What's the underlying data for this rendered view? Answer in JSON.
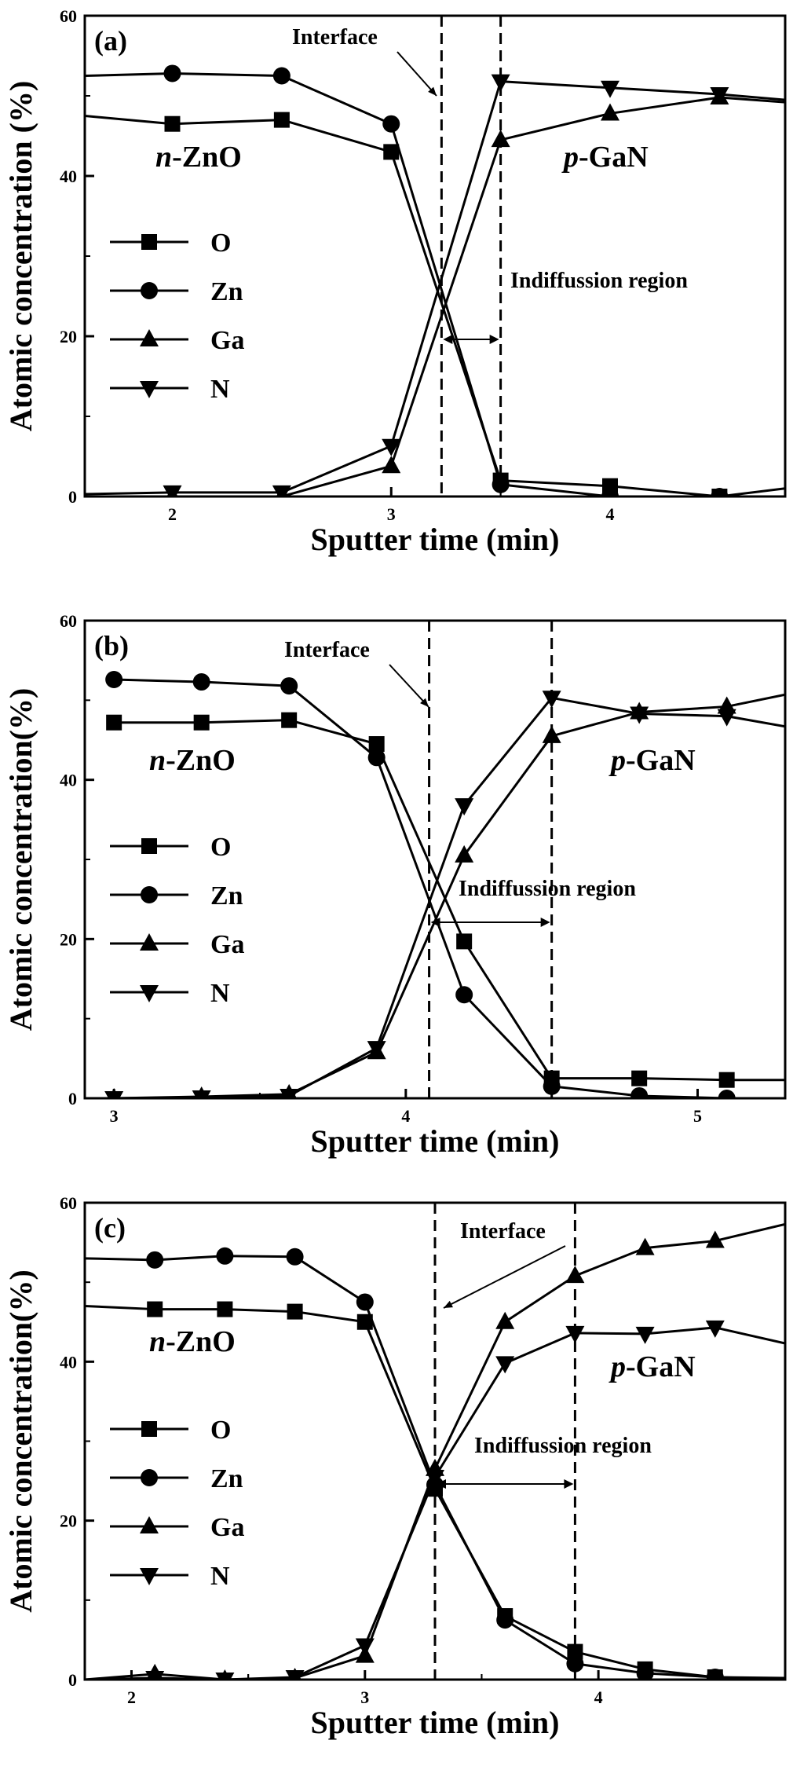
{
  "chart_data": [
    {
      "type": "line",
      "panel_label": "(a)",
      "xlabel": "Sputter time (min)",
      "ylabel": "Atomic concentration (%)",
      "xlim": [
        1.6,
        4.8
      ],
      "ylim": [
        0,
        60
      ],
      "xticks": [
        "2",
        "3",
        "4"
      ],
      "yticks": [
        "0",
        "20",
        "40",
        "60"
      ],
      "interface_x": 3.23,
      "indiffusion_x": [
        3.23,
        3.5
      ],
      "annotations": {
        "interface": "Interface",
        "indiffusion": "Indiffussion region"
      },
      "regions": [
        {
          "prefix": "n",
          "rest": "-ZnO",
          "side": "left"
        },
        {
          "prefix": "p",
          "rest": "-GaN",
          "side": "right"
        }
      ],
      "legend_position": "left",
      "series": [
        {
          "name": "O",
          "marker": "square",
          "x": [
            1.6,
            2.0,
            2.5,
            3.0,
            3.5,
            4.0,
            4.5,
            4.8
          ],
          "y": [
            47.5,
            46.5,
            47,
            43,
            2,
            1.3,
            0,
            0
          ]
        },
        {
          "name": "Zn",
          "marker": "circle",
          "x": [
            1.6,
            2.0,
            2.5,
            3.0,
            3.5,
            4.0,
            4.5,
            4.8
          ],
          "y": [
            52.5,
            52.8,
            52.5,
            46.5,
            1.5,
            0,
            0,
            1
          ]
        },
        {
          "name": "Ga",
          "marker": "triangle-up",
          "x": [
            1.6,
            2.0,
            2.5,
            3.0,
            3.5,
            4.0,
            4.5,
            4.8
          ],
          "y": [
            0,
            0,
            0,
            3.8,
            44.5,
            47.8,
            49.8,
            49.2
          ]
        },
        {
          "name": "N",
          "marker": "triangle-down",
          "x": [
            1.6,
            2.0,
            2.5,
            3.0,
            3.5,
            4.0,
            4.5,
            4.8
          ],
          "y": [
            0.3,
            0.5,
            0.5,
            6.3,
            51.8,
            51,
            50.2,
            49.5
          ]
        }
      ]
    },
    {
      "type": "line",
      "panel_label": "(b)",
      "xlabel": "Sputter time (min)",
      "ylabel": "Atomic concentration(%)",
      "xlim": [
        2.9,
        5.3
      ],
      "ylim": [
        0,
        60
      ],
      "xticks": [
        "3",
        "4",
        "5"
      ],
      "yticks": [
        "0",
        "20",
        "40",
        "60"
      ],
      "interface_x": 4.08,
      "indiffusion_x": [
        4.08,
        4.5
      ],
      "annotations": {
        "interface": "Interface",
        "indiffusion": "Indiffussion region"
      },
      "regions": [
        {
          "prefix": "n",
          "rest": "-ZnO",
          "side": "left"
        },
        {
          "prefix": "p",
          "rest": "-GaN",
          "side": "right"
        }
      ],
      "legend_position": "left",
      "series": [
        {
          "name": "O",
          "marker": "square",
          "x": [
            3.0,
            3.3,
            3.6,
            3.9,
            4.2,
            4.5,
            4.8,
            5.1,
            5.3
          ],
          "y": [
            47.2,
            47.2,
            47.5,
            44.5,
            19.7,
            2.5,
            2.5,
            2.3,
            2.3
          ]
        },
        {
          "name": "Zn",
          "marker": "circle",
          "x": [
            3.0,
            3.3,
            3.6,
            3.9,
            4.2,
            4.5,
            4.8,
            5.1,
            5.3
          ],
          "y": [
            52.6,
            52.3,
            51.8,
            42.8,
            13,
            1.5,
            0.3,
            0,
            0
          ]
        },
        {
          "name": "Ga",
          "marker": "triangle-up",
          "x": [
            3.0,
            3.3,
            3.6,
            3.9,
            4.2,
            4.5,
            4.8,
            5.1,
            5.3
          ],
          "y": [
            0,
            0.2,
            0.5,
            5.8,
            30.5,
            45.5,
            48.5,
            49.2,
            50.7
          ]
        },
        {
          "name": "N",
          "marker": "triangle-down",
          "x": [
            3.0,
            3.3,
            3.6,
            3.9,
            4.2,
            4.5,
            4.8,
            5.1,
            5.3
          ],
          "y": [
            0,
            0.1,
            0.3,
            6.3,
            36.8,
            50.3,
            48.3,
            48,
            46.7
          ]
        }
      ]
    },
    {
      "type": "line",
      "panel_label": "(c)",
      "xlabel": "Sputter time (min)",
      "ylabel": "Atomic concentration(%)",
      "xlim": [
        1.8,
        4.8
      ],
      "ylim": [
        0,
        60
      ],
      "xticks": [
        "2",
        "3",
        "4"
      ],
      "yticks": [
        "0",
        "20",
        "40",
        "60"
      ],
      "interface_x": 3.3,
      "indiffusion_x": [
        3.3,
        3.9
      ],
      "annotations": {
        "interface": "Interface",
        "indiffusion": "Indiffussion region"
      },
      "regions": [
        {
          "prefix": "n",
          "rest": "-ZnO",
          "side": "left"
        },
        {
          "prefix": "p",
          "rest": "-GaN",
          "side": "right"
        }
      ],
      "legend_position": "left",
      "series": [
        {
          "name": "O",
          "marker": "square",
          "x": [
            1.8,
            2.1,
            2.4,
            2.7,
            3.0,
            3.3,
            3.6,
            3.9,
            4.2,
            4.5,
            4.8
          ],
          "y": [
            47,
            46.6,
            46.6,
            46.3,
            45,
            24,
            8,
            3.5,
            1.3,
            0.3,
            0.1
          ]
        },
        {
          "name": "Zn",
          "marker": "circle",
          "x": [
            1.8,
            2.1,
            2.4,
            2.7,
            3.0,
            3.3,
            3.6,
            3.9,
            4.2,
            4.5,
            4.8
          ],
          "y": [
            53,
            52.8,
            53.3,
            53.2,
            47.5,
            24.5,
            7.5,
            2,
            0.8,
            0.3,
            0.2
          ]
        },
        {
          "name": "Ga",
          "marker": "triangle-up",
          "x": [
            1.8,
            2.1,
            2.4,
            2.7,
            3.0,
            3.3,
            3.6,
            3.9,
            4.2,
            4.5,
            4.8
          ],
          "y": [
            0,
            0.7,
            0,
            0.2,
            3,
            26.5,
            45,
            50.8,
            54.3,
            55.2,
            57.3
          ]
        },
        {
          "name": "N",
          "marker": "triangle-down",
          "x": [
            1.8,
            2.1,
            2.4,
            2.7,
            3.0,
            3.3,
            3.6,
            3.9,
            4.2,
            4.5,
            4.8
          ],
          "y": [
            0,
            0.2,
            0,
            0.3,
            4.3,
            25.5,
            39.8,
            43.6,
            43.5,
            44.3,
            42.3
          ]
        }
      ]
    }
  ]
}
